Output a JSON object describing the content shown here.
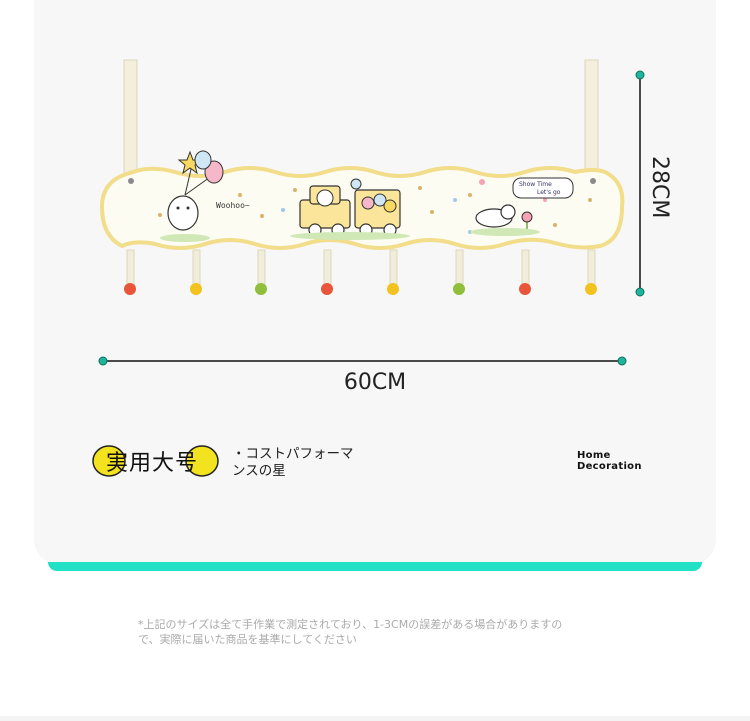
{
  "dimensions": {
    "width_label": "60CM",
    "height_label": "28CM"
  },
  "badge": {
    "label": "実用大号"
  },
  "feature": {
    "line1": "・コストパフォーマ",
    "line2": "ンスの星"
  },
  "brand": {
    "line1": "Home",
    "line2": "Decoration"
  },
  "illustration": {
    "balloon_text": "Woohoo~",
    "speech_line1": "Show Time",
    "speech_line2": "Let's go"
  },
  "footnote": {
    "line1": "*上記のサイズは全て手作業で測定されており、1-3CMの誤差がある場合がありますの",
    "line2": "で、実際に届いた商品を基準にしてください"
  },
  "colors": {
    "accent": "#22e0c4",
    "dimension_dot": "#1fb59a",
    "panel_border": "#f1dd8a",
    "card_bg": "#f7f7f7"
  }
}
